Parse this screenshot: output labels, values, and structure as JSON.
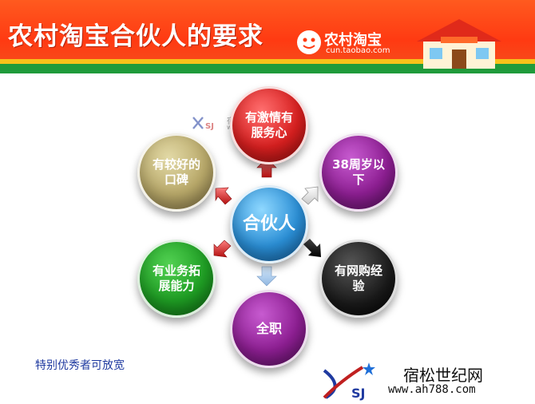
{
  "header": {
    "title": "农村淘宝合伙人的要求",
    "logo_name": "农村淘宝",
    "logo_url": "cun.taobao.com"
  },
  "diagram": {
    "center": "合伙人",
    "nodes": {
      "top": "有激情有服务心",
      "right_upper": "38周岁以下",
      "right_lower": "有网购经验",
      "bottom": "全职",
      "left_lower": "有业务拓展能力",
      "left_upper": "有较好的口碑"
    }
  },
  "footer": {
    "note": "特别优秀者可放宽"
  },
  "watermark": {
    "logo_letters": "SJ",
    "name": "宿松世纪网",
    "url": "www.ah788.com"
  },
  "colors": {
    "banner": "#ff3a12",
    "top": "#d82020",
    "right_upper": "#8e1f93",
    "right_lower": "#1a1a1a",
    "bottom": "#8e1f93",
    "left_lower": "#1f9e24",
    "left_upper": "#b9a96a",
    "center": "#2b8fd6"
  }
}
